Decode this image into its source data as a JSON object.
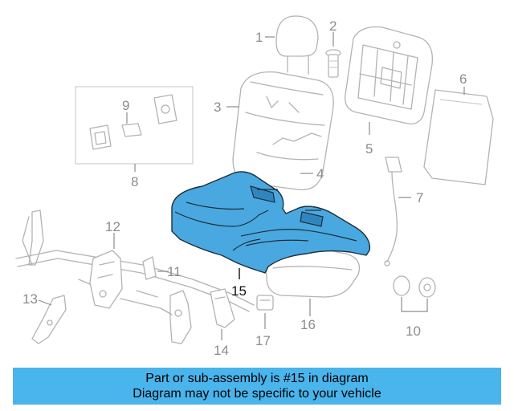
{
  "diagram": {
    "callouts": {
      "c1": "1",
      "c2": "2",
      "c3": "3",
      "c4": "4",
      "c5": "5",
      "c6": "6",
      "c7": "7",
      "c8": "8",
      "c9": "9",
      "c10": "10",
      "c11": "11",
      "c12": "12",
      "c13": "13",
      "c14": "14",
      "c15": "15",
      "c16": "16",
      "c17": "17"
    },
    "highlighted_part": "15",
    "colors": {
      "highlight": "#4aa8e0",
      "banner": "#4ab4ec",
      "linework": "#b3b3b3"
    }
  },
  "banner": {
    "line1": "Part or sub-assembly is #15 in diagram",
    "line2": "Diagram may not be specific to your vehicle"
  }
}
